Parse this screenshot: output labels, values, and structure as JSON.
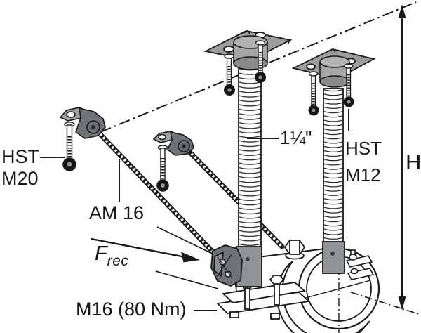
{
  "figure": {
    "title": "pipe-hanger-with-sway-brace-diagram",
    "labels": {
      "anchor_left_line1": "HST",
      "anchor_left_line2": "M20",
      "rope": "AM 16",
      "force_symbol": "F",
      "force_subscript": "rec",
      "bolt_torque": "M16 (80 Nm)",
      "rod_size": "1¼\"",
      "anchor_right_line1": "HST",
      "anchor_right_line2": "M12",
      "height_dimension": "H"
    },
    "colors": {
      "line": "#1a1a1a",
      "plate_gray": "#9d9d9d",
      "boss_top_gray": "#b2b2b2",
      "boss_shade_gray": "#8a8a8a",
      "socket_gray": "#909398",
      "clevis_gray": "#6f7277",
      "background": "#ffffff"
    }
  }
}
